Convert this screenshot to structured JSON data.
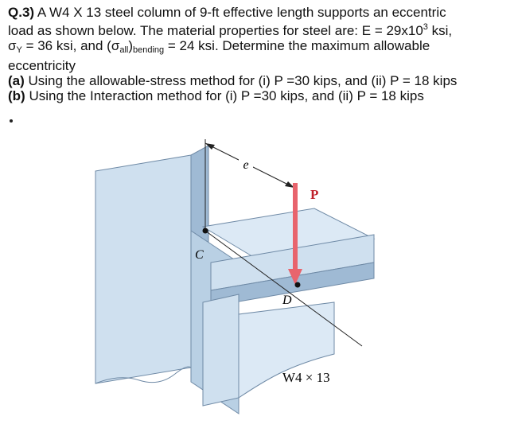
{
  "question": {
    "number": "Q.3)",
    "line1": "A W4 X 13 steel column of 9-ft effective length supports an eccentric",
    "line2": "load as shown below. The material properties for steel are:  E = 29x10",
    "line2_sup": "3",
    "line2_end": " ksi,",
    "line3_sigma": "σ",
    "line3_sigma_sub": "Y",
    "line3_a": " = 36 ksi, and (σ",
    "line3_all_sub": "all",
    "line3_b": ")",
    "line3_bending_sub": "bending",
    "line3_c": " = 24 ksi. Determine the maximum allowable",
    "line4": "eccentricity",
    "part_a_label": "(a)",
    "part_a_text": " Using the allowable-stress method for (i) P =30 kips, and (ii) P = 18 kips",
    "part_b_label": "(b)",
    "part_b_text": " Using the Interaction method for (i) P =30 kips, and (ii) P = 18 kips"
  },
  "figure": {
    "label_e": "e",
    "label_P": "P",
    "label_C": "C",
    "label_D": "D",
    "section_label": "W4 × 13",
    "colors": {
      "steel_fill": "#cfe0ef",
      "steel_dark": "#9fbad4",
      "steel_edge": "#6f8aa6",
      "load_arrow": "#e8646d"
    }
  }
}
